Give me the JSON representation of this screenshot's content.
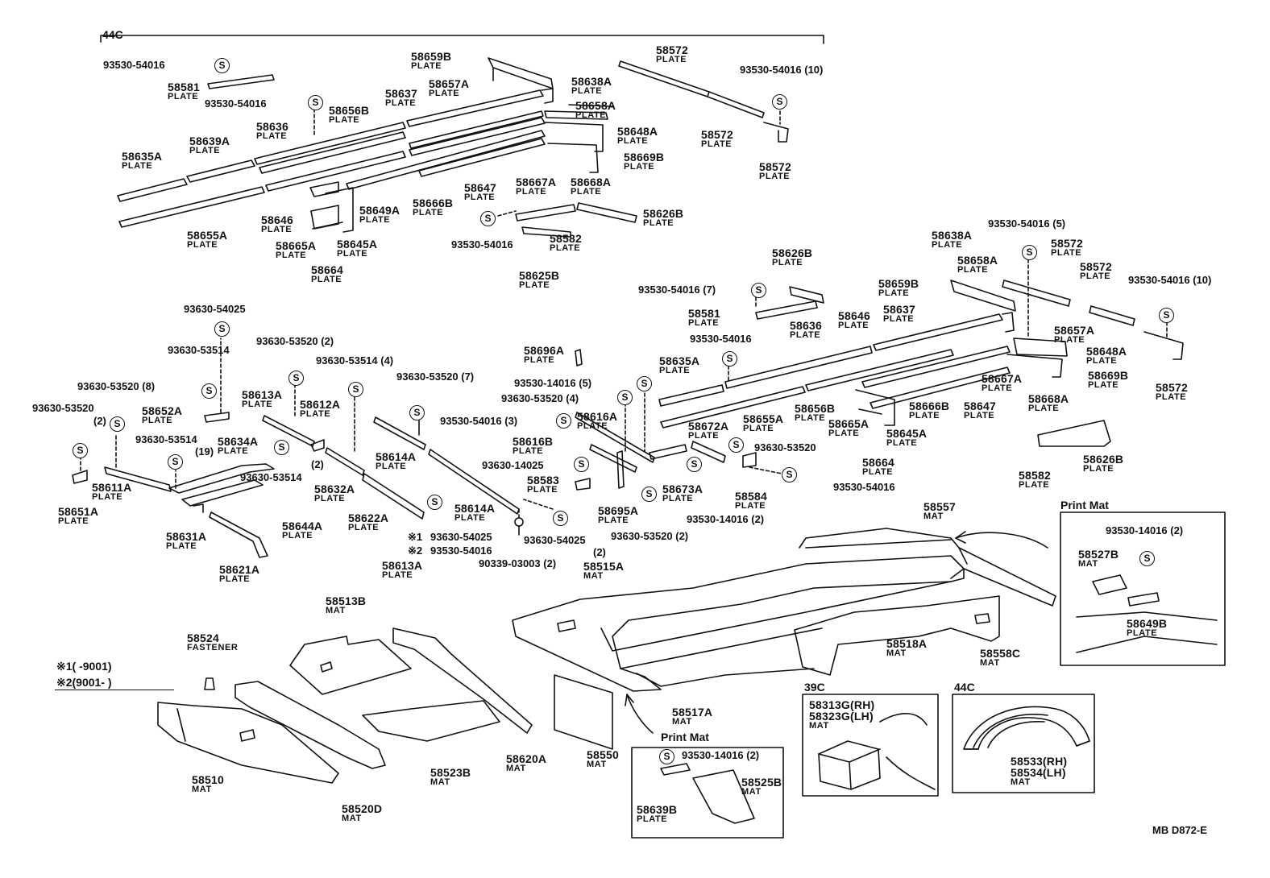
{
  "sections": {
    "top_left": "44C",
    "inset_39c": "39C",
    "inset_44c": "44C",
    "print_mat_right": "Print Mat",
    "print_mat_bottom": "Print Mat"
  },
  "doc_code": "MB D872-E",
  "notes": {
    "mark1": "※1(      -9001)",
    "mark2": "※2(9001-      )",
    "star1": "※1",
    "star2": "※2"
  },
  "parts": [
    {
      "pn": "58581",
      "desc": "PLATE"
    },
    {
      "pn": "58636",
      "desc": "PLATE"
    },
    {
      "pn": "58639A",
      "desc": "PLATE"
    },
    {
      "pn": "58635A",
      "desc": "PLATE"
    },
    {
      "pn": "58656B",
      "desc": "PLATE"
    },
    {
      "pn": "58637",
      "desc": "PLATE"
    },
    {
      "pn": "58657A",
      "desc": "PLATE"
    },
    {
      "pn": "58659B",
      "desc": "PLATE"
    },
    {
      "pn": "58638A",
      "desc": "PLATE"
    },
    {
      "pn": "58658A",
      "desc": "PLATE"
    },
    {
      "pn": "58648A",
      "desc": "PLATE"
    },
    {
      "pn": "58669B",
      "desc": "PLATE"
    },
    {
      "pn": "58668A",
      "desc": "PLATE"
    },
    {
      "pn": "58667A",
      "desc": "PLATE"
    },
    {
      "pn": "58647",
      "desc": "PLATE"
    },
    {
      "pn": "58666B",
      "desc": "PLATE"
    },
    {
      "pn": "58649A",
      "desc": "PLATE"
    },
    {
      "pn": "58646",
      "desc": "PLATE"
    },
    {
      "pn": "58655A",
      "desc": "PLATE"
    },
    {
      "pn": "58665A",
      "desc": "PLATE"
    },
    {
      "pn": "58645A",
      "desc": "PLATE"
    },
    {
      "pn": "58664",
      "desc": "PLATE"
    },
    {
      "pn": "58572",
      "desc": "PLATE"
    },
    {
      "pn": "58572",
      "desc": "PLATE"
    },
    {
      "pn": "58572",
      "desc": "PLATE"
    },
    {
      "pn": "58626B",
      "desc": "PLATE"
    },
    {
      "pn": "58582",
      "desc": "PLATE"
    },
    {
      "pn": "58625B",
      "desc": "PLATE"
    },
    {
      "pn": "58626B",
      "desc": "PLATE"
    },
    {
      "pn": "58581",
      "desc": "PLATE"
    },
    {
      "pn": "58638A",
      "desc": "PLATE"
    },
    {
      "pn": "58658A",
      "desc": "PLATE"
    },
    {
      "pn": "58572",
      "desc": "PLATE"
    },
    {
      "pn": "58572",
      "desc": "PLATE"
    },
    {
      "pn": "58659B",
      "desc": "PLATE"
    },
    {
      "pn": "58637",
      "desc": "PLATE"
    },
    {
      "pn": "58646",
      "desc": "PLATE"
    },
    {
      "pn": "58636",
      "desc": "PLATE"
    },
    {
      "pn": "58635A",
      "desc": "PLATE"
    },
    {
      "pn": "58657A",
      "desc": "PLATE"
    },
    {
      "pn": "58648A",
      "desc": "PLATE"
    },
    {
      "pn": "58669B",
      "desc": "PLATE"
    },
    {
      "pn": "58572",
      "desc": "PLATE"
    },
    {
      "pn": "58667A",
      "desc": "PLATE"
    },
    {
      "pn": "58668A",
      "desc": "PLATE"
    },
    {
      "pn": "58666B",
      "desc": "PLATE"
    },
    {
      "pn": "58647",
      "desc": "PLATE"
    },
    {
      "pn": "58656B",
      "desc": "PLATE"
    },
    {
      "pn": "58655A",
      "desc": "PLATE"
    },
    {
      "pn": "58665A",
      "desc": "PLATE"
    },
    {
      "pn": "58645A",
      "desc": "PLATE"
    },
    {
      "pn": "58664",
      "desc": "PLATE"
    },
    {
      "pn": "58582",
      "desc": "PLATE"
    },
    {
      "pn": "58626B",
      "desc": "PLATE"
    },
    {
      "pn": "58696A",
      "desc": "PLATE"
    },
    {
      "pn": "58652A",
      "desc": "PLATE"
    },
    {
      "pn": "58613A",
      "desc": "PLATE"
    },
    {
      "pn": "58612A",
      "desc": "PLATE"
    },
    {
      "pn": "58634A",
      "desc": "PLATE"
    },
    {
      "pn": "58611A",
      "desc": "PLATE"
    },
    {
      "pn": "58651A",
      "desc": "PLATE"
    },
    {
      "pn": "58614A",
      "desc": "PLATE"
    },
    {
      "pn": "58614A",
      "desc": "PLATE"
    },
    {
      "pn": "58632A",
      "desc": "PLATE"
    },
    {
      "pn": "58644A",
      "desc": "PLATE"
    },
    {
      "pn": "58622A",
      "desc": "PLATE"
    },
    {
      "pn": "58631A",
      "desc": "PLATE"
    },
    {
      "pn": "58621A",
      "desc": "PLATE"
    },
    {
      "pn": "58613A",
      "desc": "PLATE"
    },
    {
      "pn": "58616A",
      "desc": "PLATE"
    },
    {
      "pn": "58616B",
      "desc": "PLATE"
    },
    {
      "pn": "58583",
      "desc": "PLATE"
    },
    {
      "pn": "58672A",
      "desc": "PLATE"
    },
    {
      "pn": "58673A",
      "desc": "PLATE"
    },
    {
      "pn": "58584",
      "desc": "PLATE"
    },
    {
      "pn": "58695A",
      "desc": "PLATE"
    },
    {
      "pn": "58557",
      "desc": "MAT"
    },
    {
      "pn": "58515A",
      "desc": "MAT"
    },
    {
      "pn": "58527B",
      "desc": "MAT"
    },
    {
      "pn": "58649B",
      "desc": "PLATE"
    },
    {
      "pn": "58518A",
      "desc": "MAT"
    },
    {
      "pn": "58558C",
      "desc": "MAT"
    },
    {
      "pn": "58513B",
      "desc": "MAT"
    },
    {
      "pn": "58524",
      "desc": "FASTENER"
    },
    {
      "pn": "58517A",
      "desc": "MAT"
    },
    {
      "pn": "58523B",
      "desc": "MAT"
    },
    {
      "pn": "58620A",
      "desc": "MAT"
    },
    {
      "pn": "58550",
      "desc": "MAT"
    },
    {
      "pn": "58510",
      "desc": "MAT"
    },
    {
      "pn": "58520D",
      "desc": "MAT"
    },
    {
      "pn": "58525B",
      "desc": "MAT"
    },
    {
      "pn": "58639B",
      "desc": "PLATE"
    },
    {
      "pn": "58313G(RH)",
      "desc": ""
    },
    {
      "pn": "58323G(LH)",
      "desc": "MAT"
    },
    {
      "pn": "58533(RH)",
      "desc": ""
    },
    {
      "pn": "58534(LH)",
      "desc": "MAT"
    }
  ],
  "clips": [
    "93530-54016",
    "93530-54016",
    "93530-54016 (10)",
    "93530-54016",
    "93530-54016 (5)",
    "93530-54016 (10)",
    "93530-54016 (7)",
    "93530-54016",
    "93630-54025",
    "93630-53514",
    "93630-53520 (2)",
    "93630-53514 (4)",
    "93630-53520 (7)",
    "93630-53520 (8)",
    "93630-53520",
    "(2)",
    "93630-53514",
    "(19)",
    "(2)",
    "93630-53514",
    "93530-14016 (5)",
    "93630-53520 (4)",
    "93530-54016 (3)",
    "93630-14025",
    "93630-53520",
    "93530-54016",
    "93530-14016 (2)",
    "93630-53520 (2)",
    "93630-54025",
    "93530-54016",
    "93630-54025",
    "(2)",
    "90339-03003 (2)",
    "93530-14016 (2)",
    "93530-14016 (2)"
  ]
}
